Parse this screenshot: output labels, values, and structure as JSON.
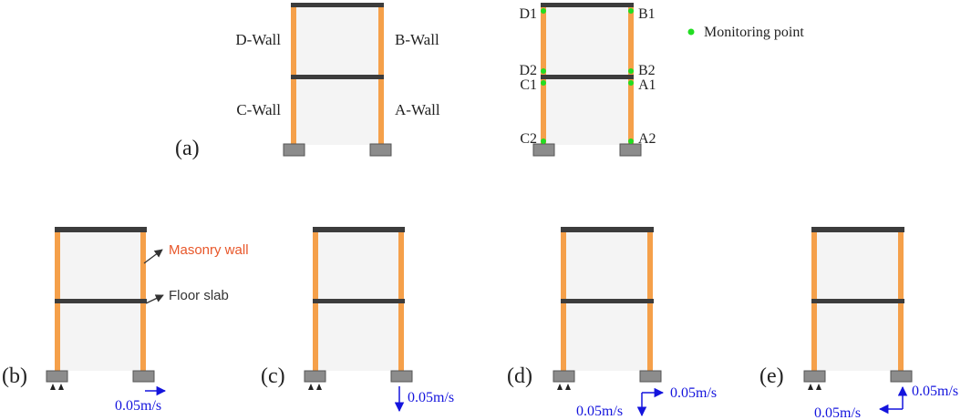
{
  "colors": {
    "wall": "#f5a04a",
    "slab": "#3c3c3c",
    "fill": "#f4f4f4",
    "footing": "#8c8c8c",
    "monitor": "#22dd22",
    "masonry_label": "#e8572a",
    "velocity": "#1414dd"
  },
  "panel_a": {
    "label": "(a)",
    "wall_labels": {
      "d": "D-Wall",
      "b": "B-Wall",
      "c": "C-Wall",
      "a": "A-Wall"
    },
    "points": {
      "d1": "D1",
      "b1": "B1",
      "d2": "D2",
      "b2": "B2",
      "c1": "C1",
      "a1": "A1",
      "c2": "C2",
      "a2": "A2"
    },
    "legend": "Monitoring point"
  },
  "annotations": {
    "masonry": "Masonry wall",
    "slab": "Floor slab"
  },
  "panels": [
    {
      "label": "(b)",
      "velocity": "0.05m/s",
      "direction": "horizontal"
    },
    {
      "label": "(c)",
      "velocity": "0.05m/s",
      "direction": "vertical"
    },
    {
      "label": "(d)",
      "velocity_h": "0.05m/s",
      "velocity_v": "0.05m/s",
      "direction": "right-and-down"
    },
    {
      "label": "(e)",
      "velocity_h": "0.05m/s",
      "velocity_v": "0.05m/s",
      "direction": "left-and-up"
    }
  ]
}
